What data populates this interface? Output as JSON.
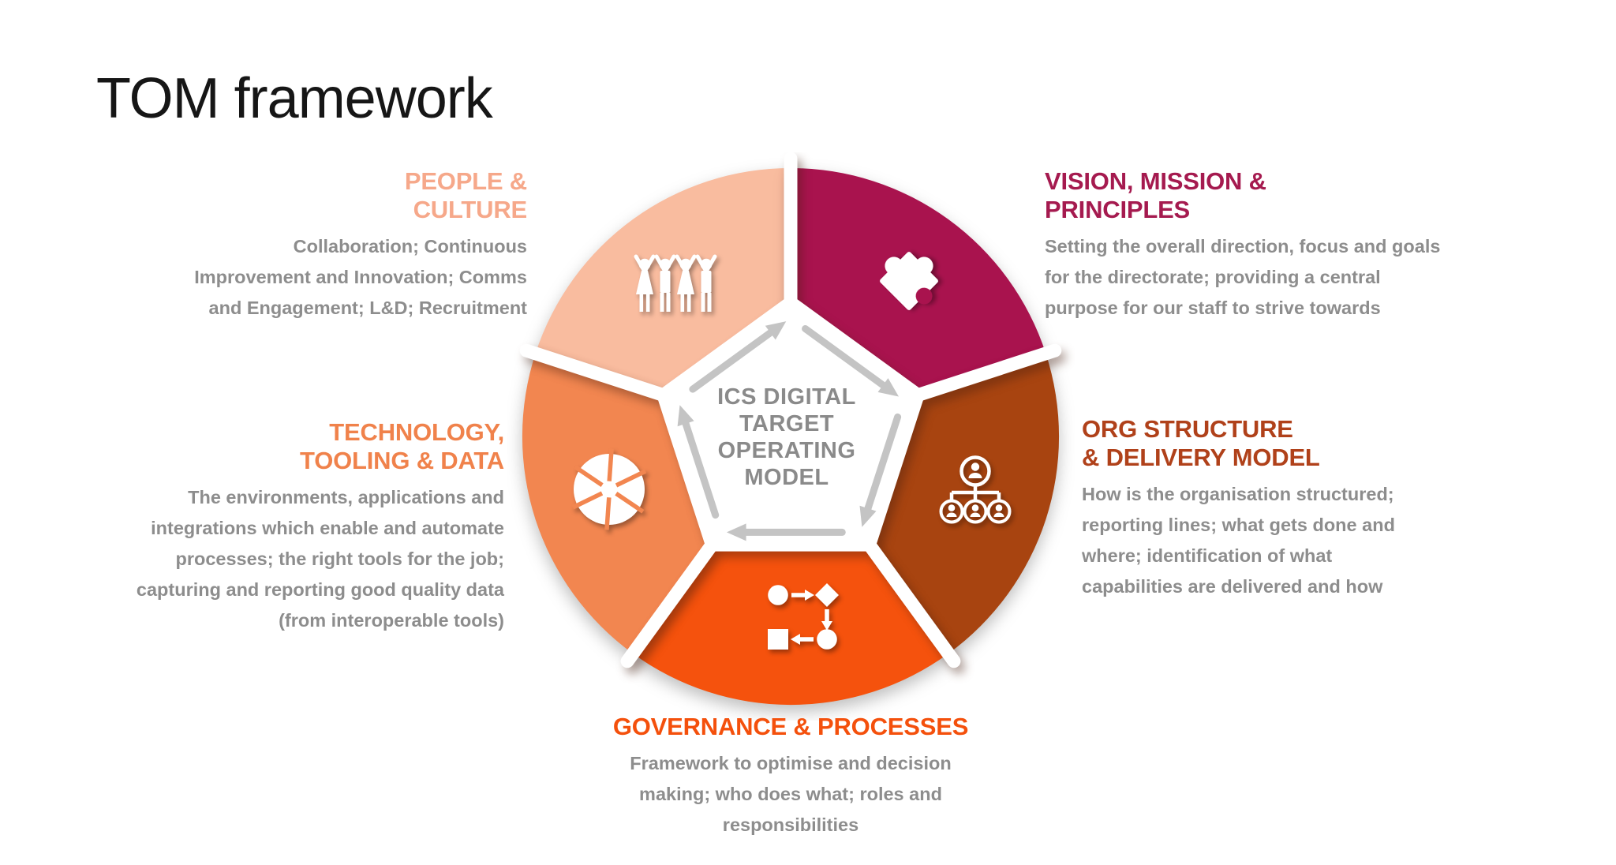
{
  "title": "TOM framework",
  "center": {
    "lines": [
      "ICS DIGITAL",
      "TARGET",
      "OPERATING",
      "MODEL"
    ],
    "text_color": "#8a8a8a"
  },
  "colors": {
    "background": "#ffffff",
    "arrows": "#c4c4c4",
    "body_text": "#8d8d8d",
    "title_text": "#161616",
    "separator": "#ffffff"
  },
  "segments": [
    {
      "id": "people-culture",
      "heading_lines": [
        "PEOPLE &",
        "CULTURE"
      ],
      "heading_color": "#f6a88a",
      "color": "#f9bc9f",
      "icon": "people-icon",
      "description_lines": [
        "Collaboration; Continuous",
        "Improvement and Innovation; Comms",
        "and Engagement; L&D; Recruitment"
      ]
    },
    {
      "id": "vision-mission-principles",
      "heading_lines": [
        "VISION, MISSION &",
        "PRINCIPLES"
      ],
      "heading_color": "#a51a4f",
      "color": "#a9134e",
      "icon": "puzzle-piece-icon",
      "description_lines": [
        "Setting the overall direction, focus and goals",
        "for the directorate; providing a central",
        "purpose for our staff to strive towards"
      ]
    },
    {
      "id": "org-structure-delivery-model",
      "heading_lines": [
        "ORG STRUCTURE",
        "& DELIVERY MODEL"
      ],
      "heading_color": "#b0411a",
      "color": "#a84410",
      "icon": "org-chart-icon",
      "description_lines": [
        "How is the organisation structured;",
        "reporting lines; what gets done and",
        "where; identification of what",
        "capabilities are delivered and how"
      ]
    },
    {
      "id": "governance-processes",
      "heading_lines": [
        "GOVERNANCE & PROCESSES"
      ],
      "heading_color": "#f4500c",
      "color": "#f5520d",
      "icon": "flowchart-icon",
      "description_lines": [
        "Framework to optimise and decision",
        "making; who does what; roles and",
        "responsibilities"
      ]
    },
    {
      "id": "technology-tooling-data",
      "heading_lines": [
        "TECHNOLOGY,",
        "TOOLING & DATA"
      ],
      "heading_color": "#f0824b",
      "color": "#f28650",
      "icon": "aperture-icon",
      "description_lines": [
        "The environments, applications and",
        "integrations which enable and automate",
        "processes; the right tools for the job;",
        "capturing and reporting good quality data",
        "(from interoperable tools)"
      ]
    }
  ]
}
